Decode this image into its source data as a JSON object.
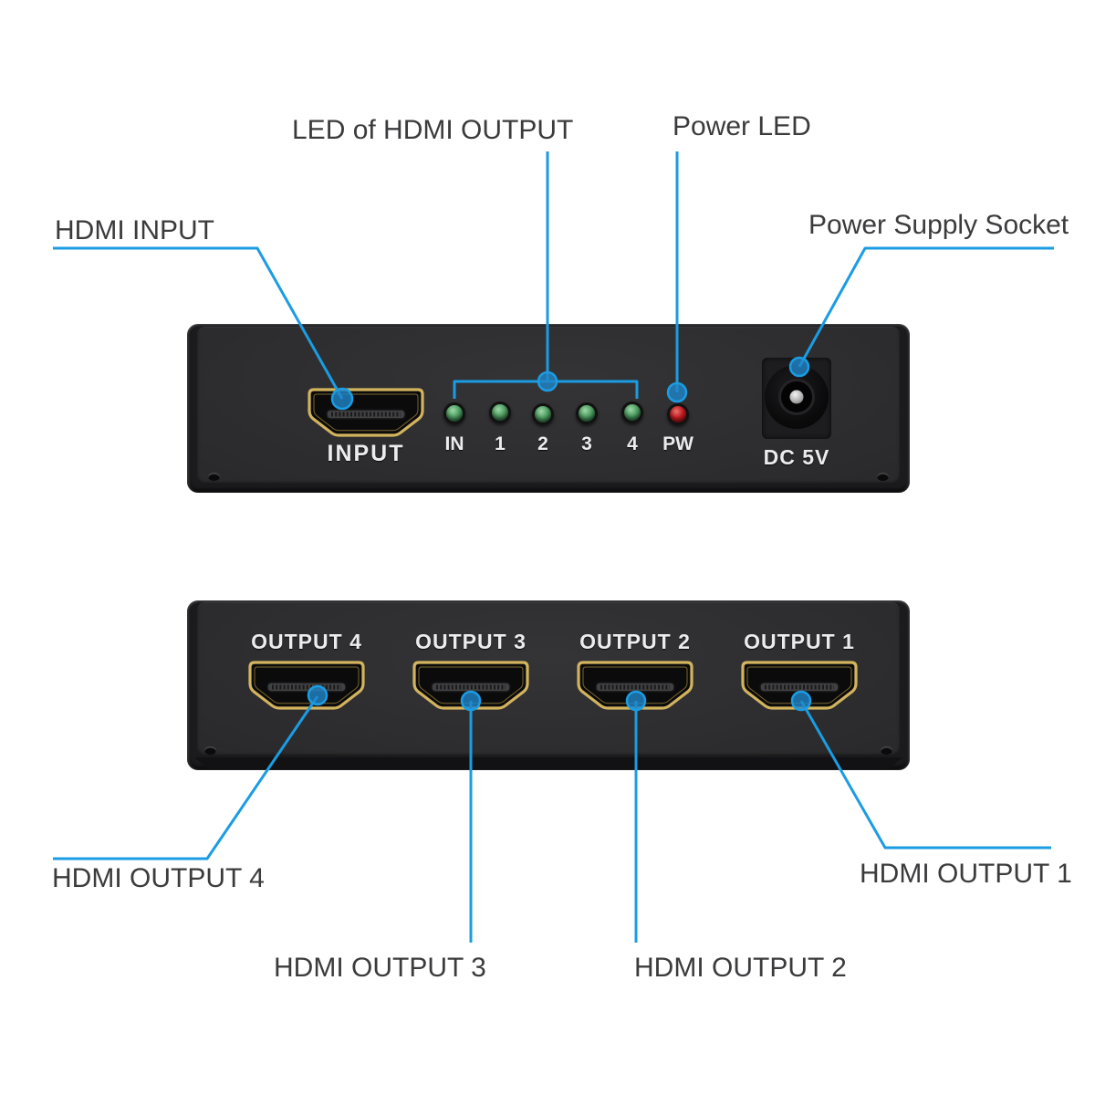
{
  "annotations": {
    "led_output": "LED of HDMI OUTPUT",
    "power_led": "Power LED",
    "hdmi_input": "HDMI INPUT",
    "power_socket": "Power Supply Socket",
    "hdmi_output_4": "HDMI OUTPUT 4",
    "hdmi_output_3": "HDMI OUTPUT 3",
    "hdmi_output_2": "HDMI OUTPUT 2",
    "hdmi_output_1": "HDMI OUTPUT 1"
  },
  "front_panel": {
    "input_label": "INPUT",
    "led_labels": [
      "IN",
      "1",
      "2",
      "3",
      "4",
      "PW"
    ],
    "dc_label": "DC 5V"
  },
  "back_panel": {
    "output_labels": [
      "OUTPUT 4",
      "OUTPUT 3",
      "OUTPUT 2",
      "OUTPUT 1"
    ]
  },
  "colors": {
    "annotation_blue": "#1b9ce3",
    "annotation_text": "#3b3b3d",
    "device_body": "#2a2a2c",
    "port_gold": "#d3b45e",
    "led_green": "#55a468",
    "led_red": "#c01a1e"
  }
}
